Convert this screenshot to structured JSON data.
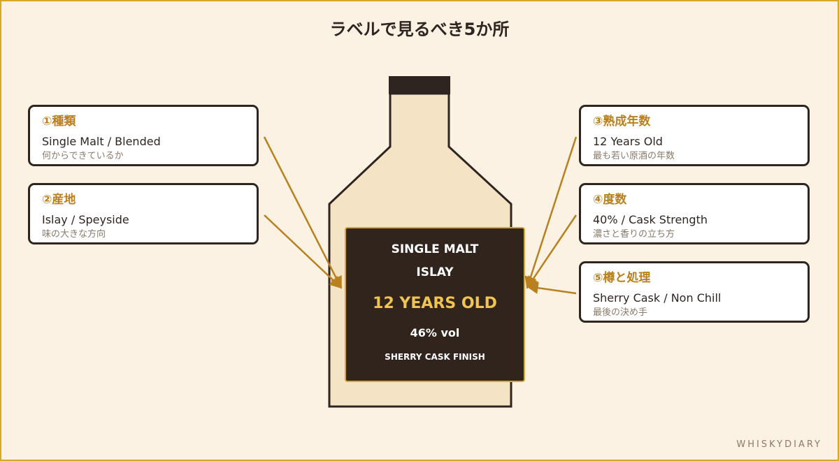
{
  "title": "ラベルで見るべき5か所",
  "bottle_label": {
    "type": "SINGLE MALT",
    "region": "ISLAY",
    "age": "12 YEARS OLD",
    "abv": "46% vol",
    "cask": "SHERRY CASK FINISH"
  },
  "cards": [
    {
      "heading": "①種類",
      "value": "Single Malt / Blended",
      "note": "何からできているか"
    },
    {
      "heading": "②産地",
      "value": "Islay / Speyside",
      "note": "味の大きな方向"
    },
    {
      "heading": "③熟成年数",
      "value": "12 Years Old",
      "note": "最も若い原酒の年数"
    },
    {
      "heading": "④度数",
      "value": "40% / Cask Strength",
      "note": "濃さと香りの立ち方"
    },
    {
      "heading": "⑤樽と処理",
      "value": "Sherry Cask / Non Chill",
      "note": "最後の決め手"
    }
  ],
  "brand": "WHISKYDIARY",
  "colors": {
    "background": "#fbf2e3",
    "accent": "#d9a72a",
    "heading": "#b8801f",
    "label_bg": "#30241c",
    "age_highlight": "#f0c453",
    "bottle_fill": "#f5e3c6"
  }
}
